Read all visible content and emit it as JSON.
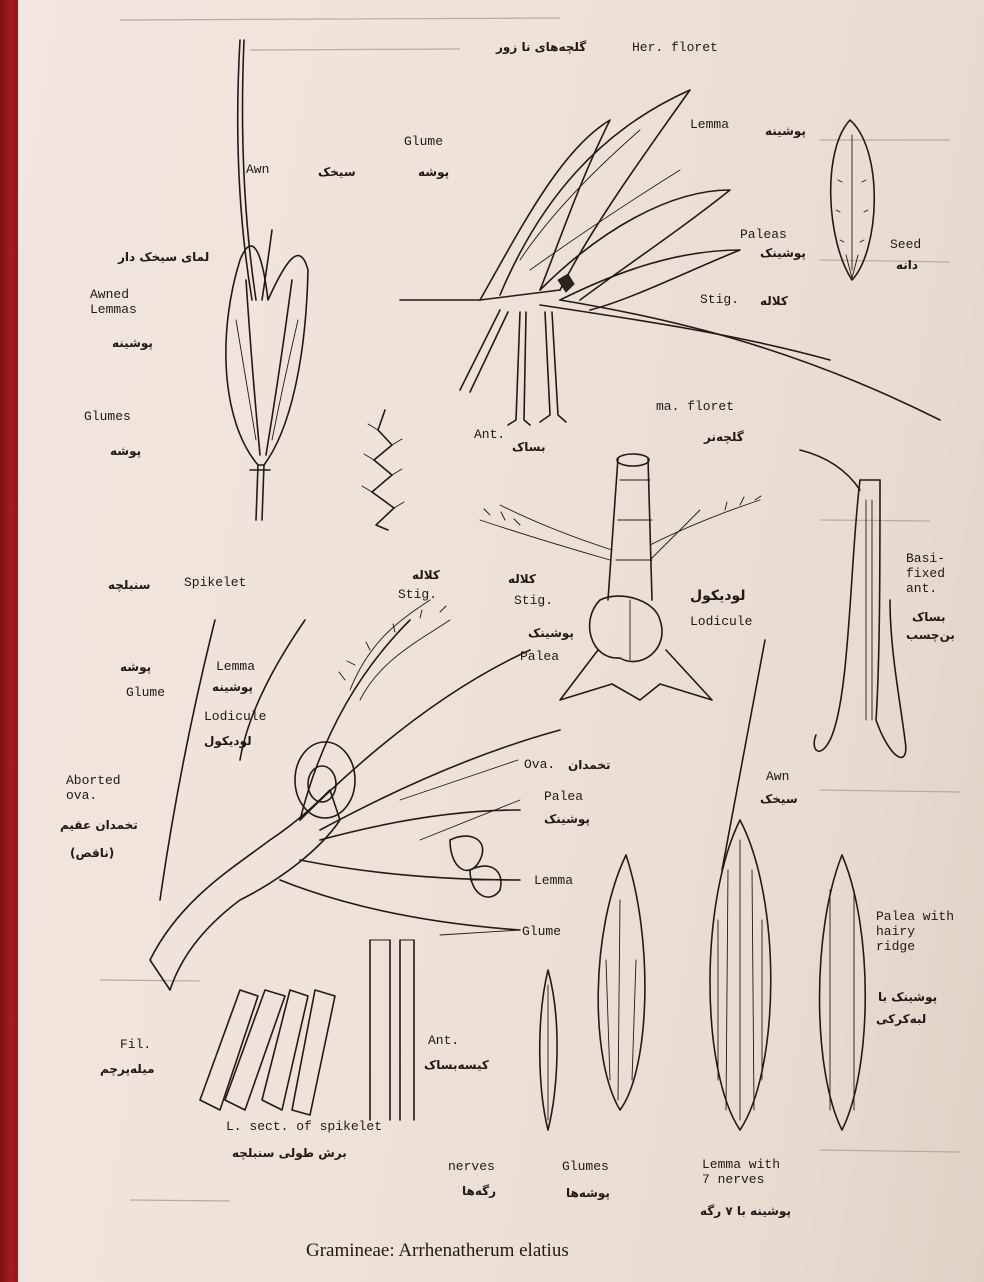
{
  "figure": {
    "caption": "Gramineae: Arrhenatherum elatius"
  },
  "labels": {
    "awn_top": "Awn",
    "awn_top_fa": "سیخک",
    "glume_top": "Glume",
    "glume_top_fa": "پوشه",
    "her_floret": "Her. floret",
    "her_floret_fa": "گلچه‌های نا زور",
    "lemma_top": "Lemma",
    "lemma_top_fa": "پوشینه",
    "awned_lemma_fa": "لمای سیخک دار",
    "awned_lemmas": "Awned Lemmas",
    "awned_lemmas_fa": "پوشینه",
    "paleas": "Paleas",
    "paleas_fa": "پوشینک",
    "seed": "Seed",
    "seed_fa": "دانه",
    "stig_top": "Stig.",
    "stig_top_fa": "کلاله",
    "glumes_left": "Glumes",
    "glumes_left_fa": "پوشه",
    "ant_top": "Ant.",
    "ant_top_fa": "بساک",
    "ma_floret": "ma. floret",
    "ma_floret_fa": "گلچه‌نر",
    "spikelet": "Spikelet",
    "spikelet_fa": "سنبلچه",
    "stig_mid1": "Stig.",
    "stig_mid1_fa": "کلاله",
    "stig_mid2": "Stig.",
    "stig_mid2_fa": "کلاله",
    "lodicule_right": "Lodicule",
    "lodicule_right_fa": "لودیکول",
    "basifixed_ant": "Basi-\nfixed\nant.",
    "basifixed_ant_fa1": "بساک",
    "basifixed_ant_fa2": "بن‌چسب",
    "glume_mid": "Glume",
    "glume_mid_fa": "پوشه",
    "lemma_mid": "Lemma",
    "lemma_mid_fa": "پوشینه",
    "palea_mid": "Palea",
    "palea_mid_fa": "پوشینک",
    "lodicule_left": "Lodicule",
    "lodicule_left_fa": "لودیکول",
    "aborted_ova": "Aborted\nova.",
    "aborted_ova_fa1": "تخمدان عقیم",
    "aborted_ova_fa2": "(ناقص)",
    "ova": "Ova.",
    "ova_fa": "تخمدان",
    "palea_low": "Palea",
    "palea_low_fa": "پوشینک",
    "awn_low": "Awn",
    "awn_low_fa": "سیخک",
    "lemma_low": "Lemma",
    "glume_low": "Glume",
    "palea_hairy": "Palea with\nhairy\nridge",
    "palea_hairy_fa1": "پوشینک با",
    "palea_hairy_fa2": "لبه‌کرکی",
    "fil": "Fil.",
    "fil_fa": "میله‌پرچم",
    "ant_low": "Ant.",
    "ant_low_fa": "کیسه‌بساک",
    "lsect": "L. sect. of spikelet",
    "lsect_fa": "برش طولی سنبلچه",
    "nerves": "nerves",
    "nerves_fa": "رگه‌ها",
    "glumes_low": "Glumes",
    "glumes_low_fa": "پوشه‌ها",
    "lemma_7": "Lemma with\n7 nerves",
    "lemma_7_fa": "پوشینه با ۷ رگه"
  }
}
